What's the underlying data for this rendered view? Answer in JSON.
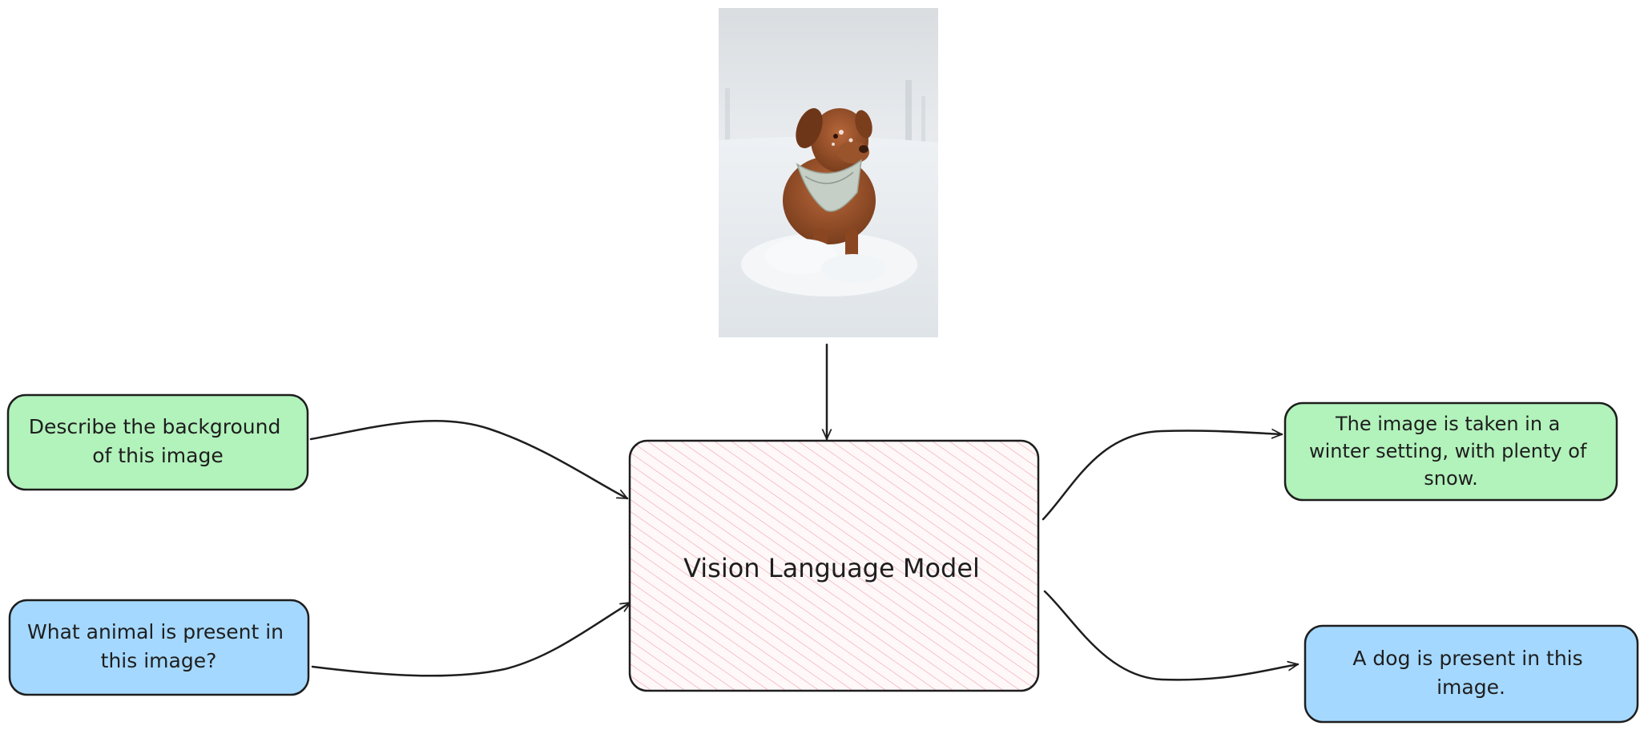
{
  "colors": {
    "green_fill": "#b2f2bb",
    "blue_fill": "#a5d8ff",
    "stroke": "#1e1e1e",
    "model_hatch": "#f5c2c7",
    "model_fill": "#fff5f6"
  },
  "photo": {
    "subject": "dog-in-snow-photo"
  },
  "model": {
    "label": "Vision Language Model"
  },
  "prompts": {
    "background_question": [
      "Describe the background",
      "of this image"
    ],
    "animal_question": [
      "What animal is present in",
      "this image?"
    ]
  },
  "answers": {
    "background_answer": [
      "The image is taken in a",
      "winter setting, with plenty of",
      "snow."
    ],
    "animal_answer": [
      "A dog is present in this",
      "image."
    ]
  }
}
